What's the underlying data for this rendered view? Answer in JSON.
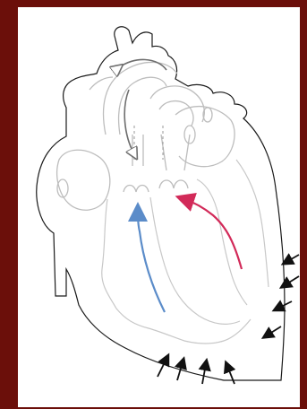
{
  "figure": {
    "subject": "heart-cross-section",
    "colors": {
      "frame": "#6b0f0a",
      "panel": "#ffffff",
      "outline": "#1a1a1a",
      "inner_lines": "#bdbdbd",
      "aortic_arrow": "#6e6e6e",
      "pulmonary_flow_arrow": "#5b8cc9",
      "systemic_flow_arrow": "#d22a59",
      "contraction_arrows": "#111111"
    },
    "arrows": {
      "left_wall_contraction_count": 4,
      "bottom_wall_contraction_count": 4
    }
  }
}
